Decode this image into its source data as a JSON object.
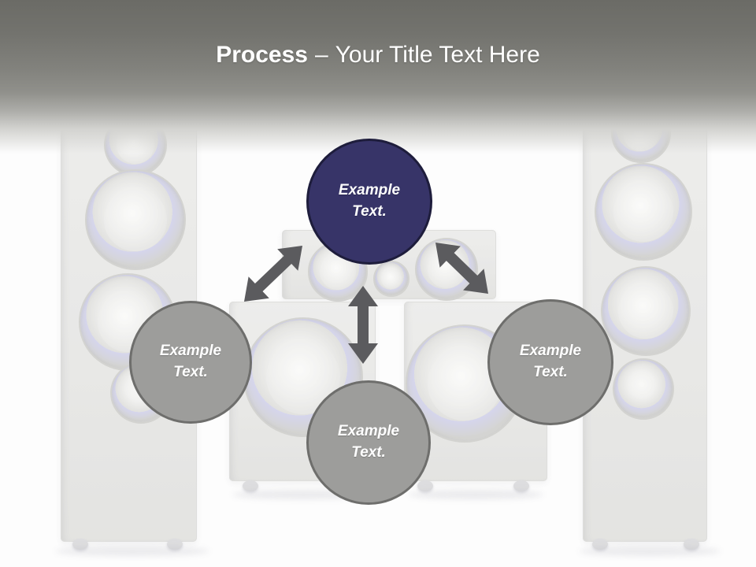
{
  "header": {
    "title_emphasis": "Process",
    "title_separator": "–",
    "title_rest": "Your Title Text Here"
  },
  "diagram": {
    "nodes": [
      {
        "id": "top",
        "label": "Example Text.",
        "variant": "primary"
      },
      {
        "id": "left",
        "label": "Example Text.",
        "variant": "secondary"
      },
      {
        "id": "right",
        "label": "Example Text.",
        "variant": "secondary"
      },
      {
        "id": "bottom",
        "label": "Example Text.",
        "variant": "secondary"
      }
    ],
    "connectors": [
      {
        "id": "diagonal-upper-left",
        "type": "double-headed-arrow"
      },
      {
        "id": "vertical-center",
        "type": "double-headed-arrow"
      },
      {
        "id": "diagonal-upper-right",
        "type": "double-headed-arrow"
      }
    ]
  },
  "colors": {
    "header_gradient_top": "#6b6b66",
    "title_text": "#ffffff",
    "primary_node_fill": "#373468",
    "primary_node_border": "#1e1d3c",
    "secondary_node_fill": "#9d9d9b",
    "secondary_node_border": "#6e6e6c",
    "arrow": "#5b5b5e",
    "node_text": "#ffffff"
  }
}
